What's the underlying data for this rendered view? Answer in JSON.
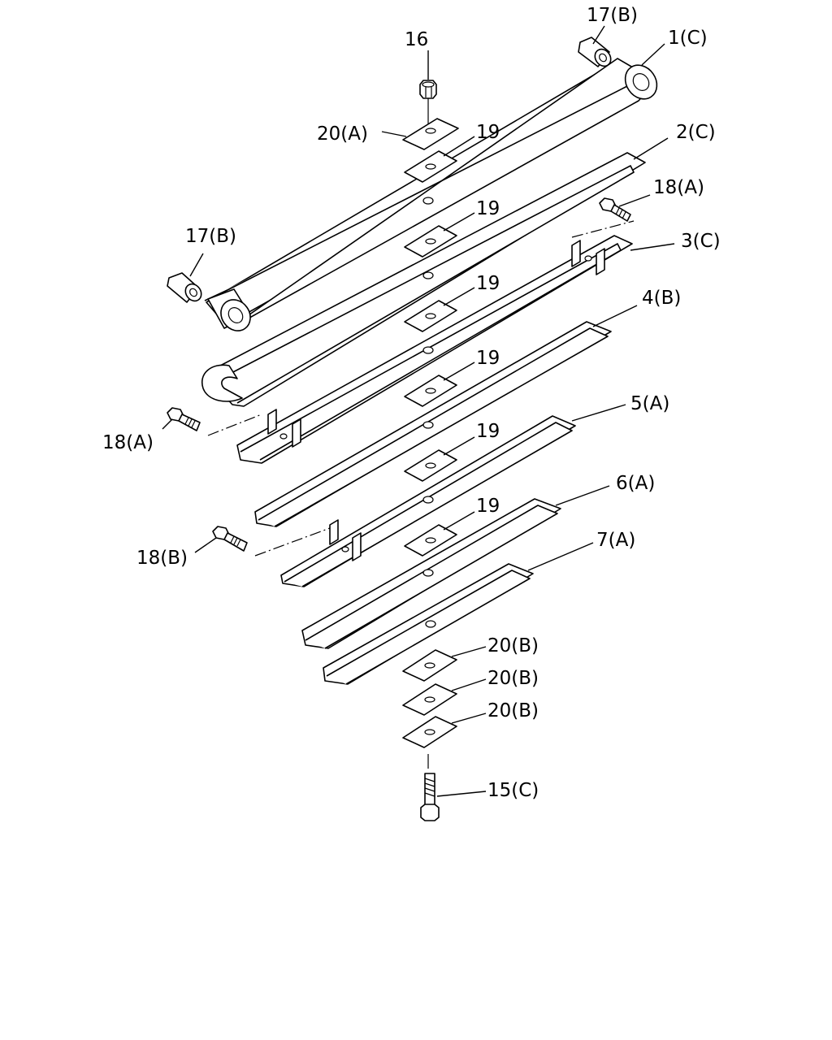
{
  "callouts": {
    "l16": "16",
    "l17b_top": "17(B)",
    "l1c": "1(C)",
    "l20a": "20(A)",
    "l19_1": "19",
    "l2c": "2(C)",
    "l18a_right": "18(A)",
    "l19_2": "19",
    "l17b_left": "17(B)",
    "l3c": "3(C)",
    "l19_3": "19",
    "l4b": "4(B)",
    "l19_4": "19",
    "l5a": "5(A)",
    "l18a_left": "18(A)",
    "l19_5": "19",
    "l6a": "6(A)",
    "l19_6": "19",
    "l18b": "18(B)",
    "l7a": "7(A)",
    "l20b_1": "20(B)",
    "l20b_2": "20(B)",
    "l20b_3": "20(B)",
    "l15c": "15(C)"
  }
}
